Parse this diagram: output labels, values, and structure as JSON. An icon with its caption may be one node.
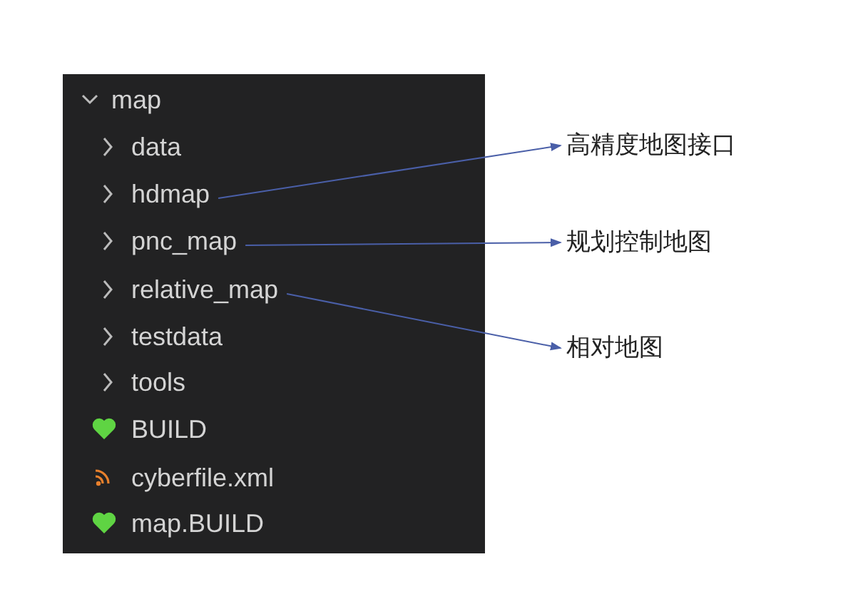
{
  "diagram": {
    "nodes": [
      {
        "text": [
          "map"
        ]
      },
      {
        "text": [
          "data"
        ]
      },
      {
        "text": [
          "hdmap"
        ]
      },
      {
        "text": [
          "pnc_map"
        ]
      },
      {
        "text": [
          "relative_map"
        ]
      },
      {
        "text": [
          "testdata"
        ]
      },
      {
        "text": [
          "tools"
        ]
      },
      {
        "text": [
          "BUILD"
        ]
      },
      {
        "text": [
          "cyberfile.xml"
        ]
      },
      {
        "text": [
          "map.BUILD"
        ]
      },
      {
        "text": [
          "高精度地图接口"
        ]
      },
      {
        "text": [
          "规划控制地图"
        ]
      },
      {
        "text": [
          "相对地图"
        ]
      }
    ],
    "edges": [
      {
        "from": 2,
        "to": 10,
        "arrow": "to"
      },
      {
        "from": 3,
        "to": 11,
        "arrow": "to"
      },
      {
        "from": 4,
        "to": 12,
        "arrow": "to"
      }
    ]
  }
}
